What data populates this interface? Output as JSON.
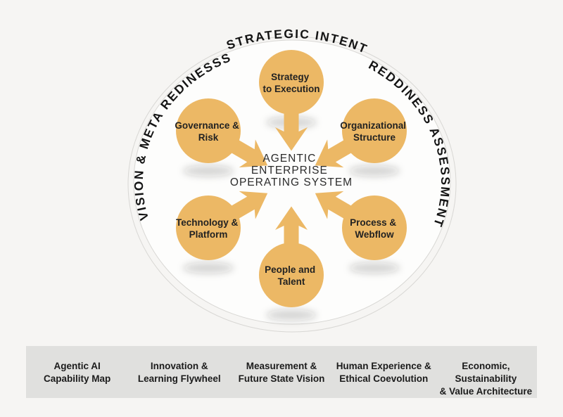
{
  "ring": {
    "top_label": "STRATEGIC INTENT",
    "left_label": "VISION & META REDINESSS",
    "right_label": "REDDINESS ASSESSMENT"
  },
  "center": {
    "line1": "AGENTIC",
    "line2": "ENTERPRISE",
    "line3": "OPERATING SYSTEM"
  },
  "nodes": [
    {
      "line1": "Strategy",
      "line2": "to Execution"
    },
    {
      "line1": "Governance &",
      "line2": "Risk"
    },
    {
      "line1": "Organizational",
      "line2": "Structure"
    },
    {
      "line1": "Technology &",
      "line2": "Platform"
    },
    {
      "line1": "Process &",
      "line2": "Webflow"
    },
    {
      "line1": "People and",
      "line2": "Talent"
    }
  ],
  "footer": {
    "items": [
      {
        "line1": "Agentic AI",
        "line2": "Capability Map"
      },
      {
        "line1": "Innovation &",
        "line2": "Learning Flywheel"
      },
      {
        "line1": "Measurement &",
        "line2": "Future State Vision"
      },
      {
        "line1": "Human Experience &",
        "line2": "Ethical Coevolution"
      },
      {
        "line1": "Economic, Sustainability",
        "line2": "& Value Architecture"
      }
    ]
  },
  "colors": {
    "node_fill": "#ecb865",
    "ring_stroke": "#d8d7d4",
    "inner_fill": "#fdfdfc",
    "page_background": "#f6f5f3",
    "footer_background": "#e0e0de",
    "text": "#1b1b1b"
  }
}
